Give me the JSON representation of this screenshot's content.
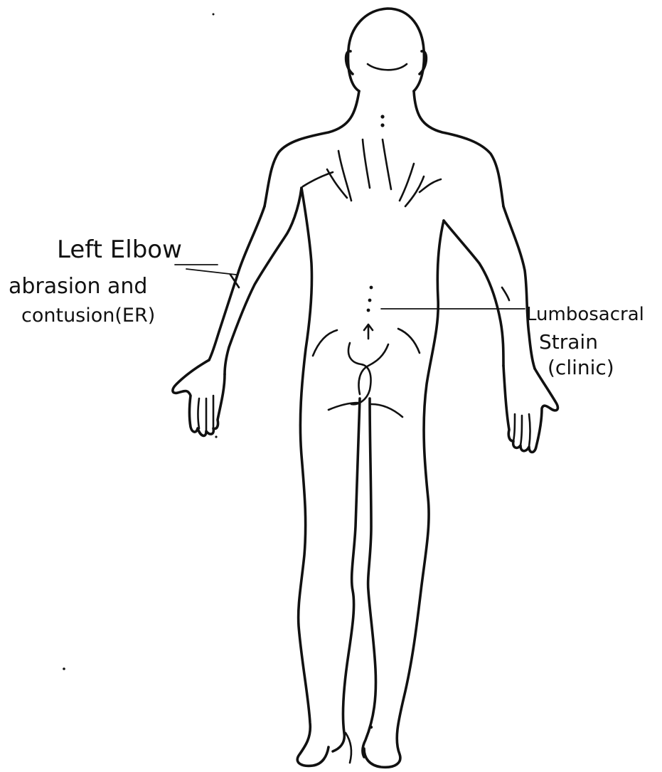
{
  "annotations": {
    "left_elbow": {
      "title": "Left Elbow",
      "line1": "abrasion and",
      "line2": "contusion(ER)"
    },
    "lumbosacral": {
      "line1": "Lumbosacral",
      "line2": "Strain",
      "line3": "(clinic)"
    }
  },
  "colors": {
    "ink": "#111111",
    "paper": "#ffffff"
  }
}
